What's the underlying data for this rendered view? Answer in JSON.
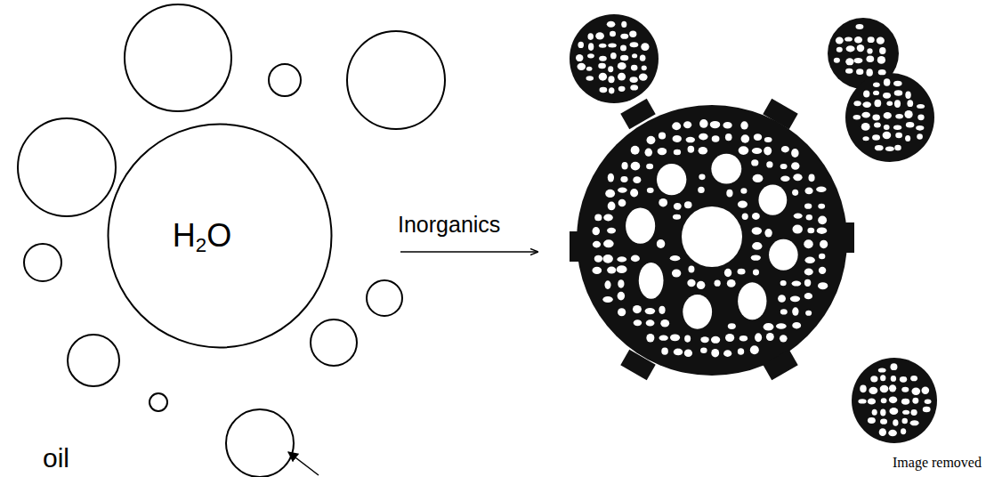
{
  "diagram": {
    "nodes": [
      {
        "text": [
          "H2O"
        ]
      }
    ],
    "labels": [
      "oil",
      "Inorganics",
      "Image removed"
    ]
  }
}
